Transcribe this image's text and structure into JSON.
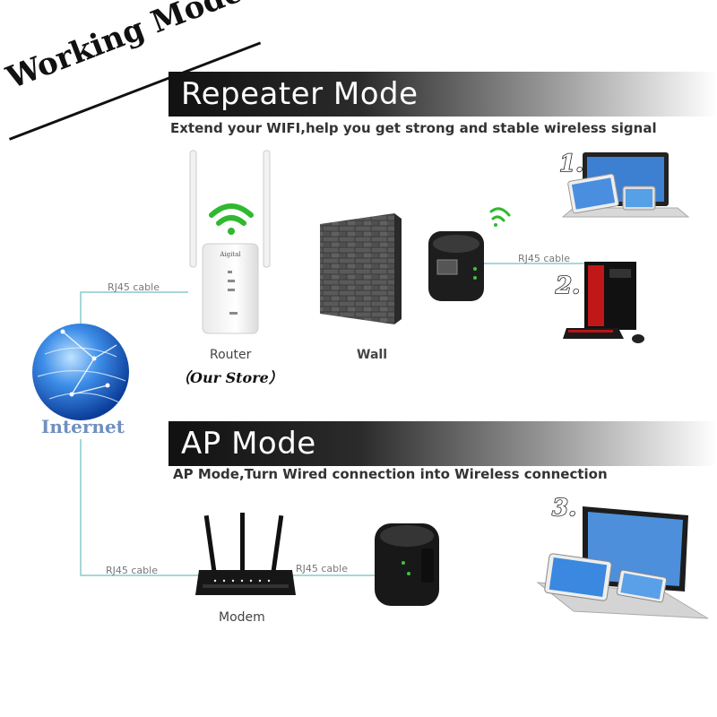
{
  "title": "Working Mode",
  "sections": {
    "repeater": {
      "heading": "Repeater Mode",
      "subtitle": "Extend your WIFI,help you get strong and stable wireless signal"
    },
    "ap": {
      "heading": "AP Mode",
      "subtitle": "AP Mode,Turn Wired connection into Wireless connection"
    }
  },
  "labels": {
    "router": "Router",
    "our_store": "（Our Store）",
    "wall": "Wall",
    "internet": "Internet",
    "modem": "Modem",
    "cable_router": "RJ45 cable",
    "cable_pc": "RJ45 cable",
    "cable_internet_modem": "RJ45 cable",
    "cable_modem_ext": "RJ45 cable"
  },
  "numbers": [
    "1.",
    "2.",
    "3."
  ],
  "device_brand": "Aigital",
  "colors": {
    "banner": "#1a1a1a",
    "cable": "#8ccaca",
    "wifi_green": "#2fb92f",
    "globe_blue": "#1f6fd6",
    "internet_text": "#6f8fbf"
  }
}
